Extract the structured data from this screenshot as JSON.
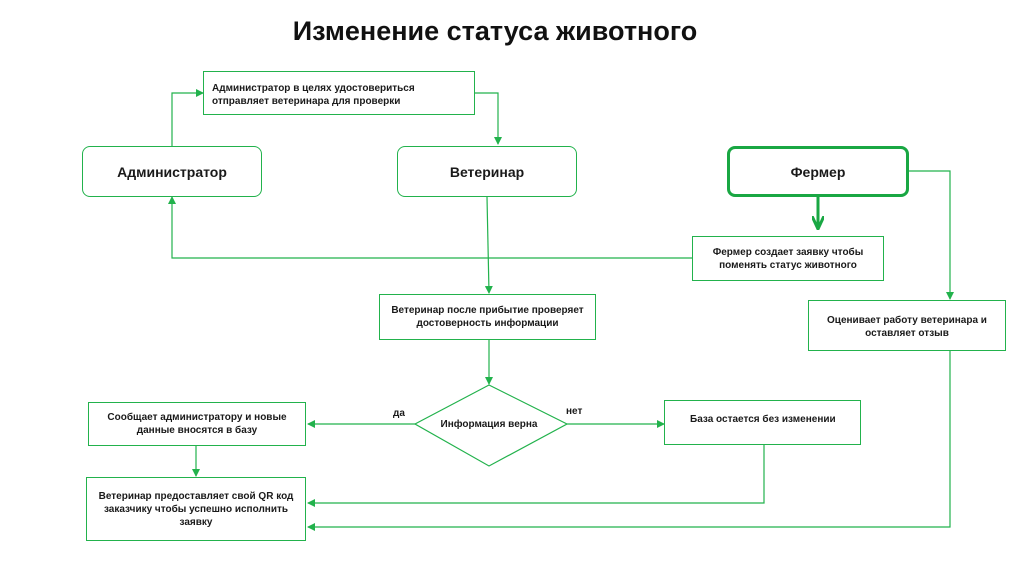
{
  "title": "Изменение статуса животного",
  "colors": {
    "line": "#22b24c",
    "accent": "#19a743"
  },
  "actors": {
    "admin": "Администратор",
    "vet": "Ветеринар",
    "farmer": "Фермер"
  },
  "steps": {
    "admin_sends": "Администратор в целях удостовериться отправляет ветеринара для проверки",
    "farmer_request": "Фермер создает заявку чтобы поменять статус животного",
    "vet_checks": "Ветеринар после прибытие проверяет достоверность информации",
    "decision": "Информация верна",
    "report_admin": "Сообщает администратору и новые данные  вносятся в базу",
    "db_unchanged": "База остается без изменении",
    "qr_code": "Ветеринар предоставляет свой QR код заказчику чтобы успешно исполнить заявку",
    "farmer_rates": "Оценивает работу ветеринара и оставляет отзыв"
  },
  "edges": {
    "yes": "да",
    "no": "нет"
  }
}
